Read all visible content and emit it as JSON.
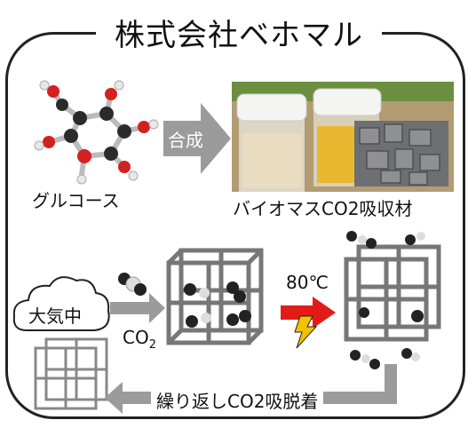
{
  "title": "株式会社ベホマル",
  "top": {
    "molecule_label": "グルコース",
    "arrow_label": "合成",
    "product_label": "バイオマスCO2吸収材"
  },
  "bottom": {
    "source_label": "大気中",
    "gas_label": "CO",
    "gas_subscript": "2",
    "temperature_label": "80℃",
    "cycle_label": "繰り返しCO2吸脱着"
  },
  "colors": {
    "arrow_gray": "#9b9b9b",
    "heat_arrow_red": "#e31b17",
    "lightning_yellow": "#f2c200",
    "framework_gray": "#8a8a8a",
    "frame_border": "#222222"
  }
}
